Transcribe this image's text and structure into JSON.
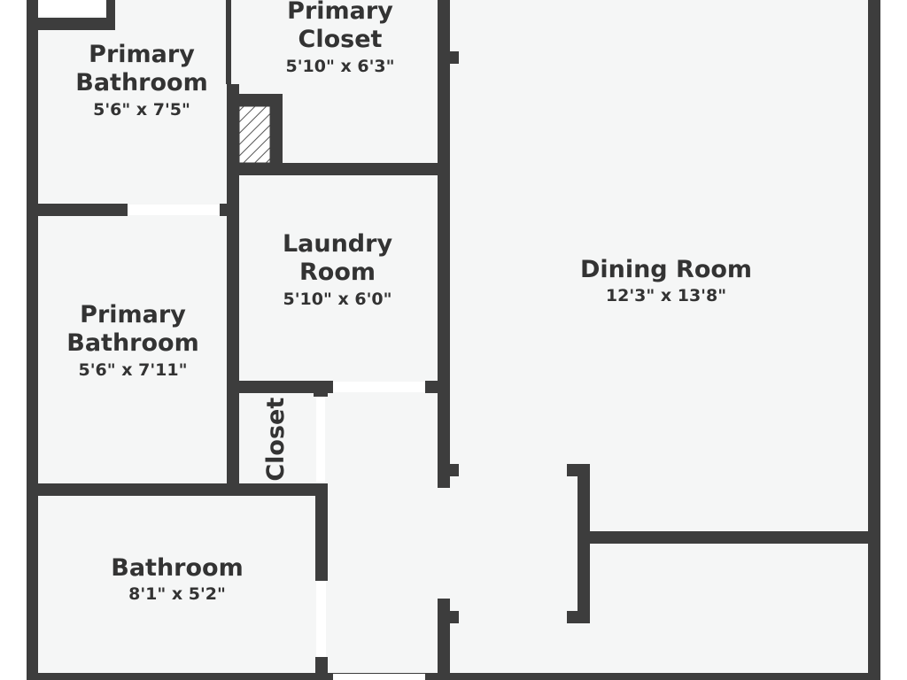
{
  "colors": {
    "wall": "#3d3d3d",
    "floor": "#f5f6f6",
    "door_gap": "#ffffff",
    "text": "#333333"
  },
  "rooms": {
    "primary_bathroom_top": {
      "name_line1": "Primary",
      "name_line2": "Bathroom",
      "dims": "5'6\" x 7'5\""
    },
    "primary_closet": {
      "name_line1": "Primary",
      "name_line2": "Closet",
      "dims": "5'10\" x 6'3\""
    },
    "laundry_room": {
      "name_line1": "Laundry",
      "name_line2": "Room",
      "dims": "5'10\" x 6'0\""
    },
    "primary_bathroom_mid": {
      "name_line1": "Primary",
      "name_line2": "Bathroom",
      "dims": "5'6\" x 7'11\""
    },
    "closet": {
      "name": "Closet"
    },
    "bathroom": {
      "name": "Bathroom",
      "dims": "8'1\" x 5'2\""
    },
    "dining_room": {
      "name": "Dining Room",
      "dims": "12'3\" x 13'8\""
    }
  }
}
